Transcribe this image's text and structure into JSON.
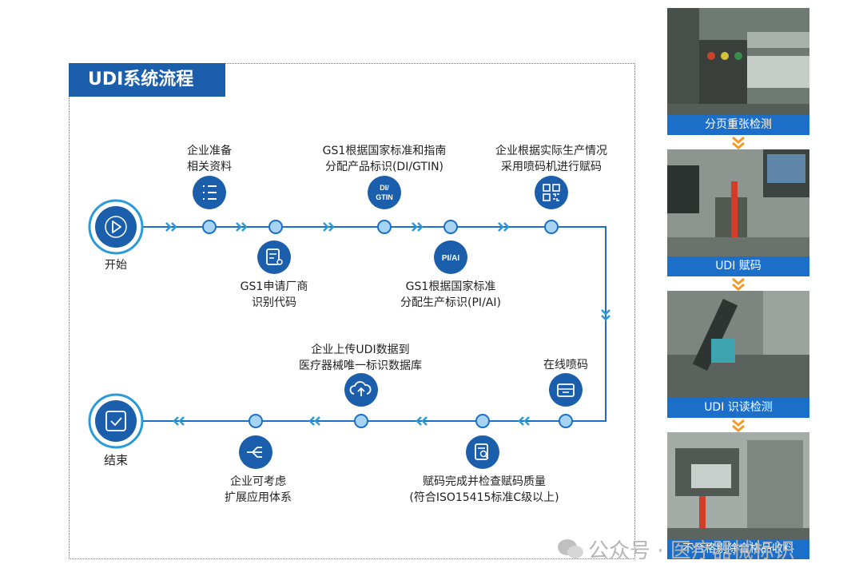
{
  "title": "UDI系统流程",
  "start_label": "开始",
  "end_label": "结束",
  "steps": {
    "prepare": "企业准备\n相关资料",
    "gs1_vendor": "GS1申请厂商\n识别代码",
    "gs1_di": "GS1根据国家标准和指南\n分配产品标识(DI/GTIN)",
    "gs1_pi": "GS1根据国家标准\n分配生产标识(PI/AI)",
    "coding": "企业根据实际生产情况\n采用喷码机进行赋码",
    "online_print": "在线喷码",
    "quality": "赋码完成并检查赋码质量\n(符合ISO15415标准C级以上)",
    "upload": "企业上传UDI数据到\n医疗器械唯一标识数据库",
    "extend": "企业可考虑\n扩展应用体系"
  },
  "badges": {
    "di_gtin": "DI/\nGTIN",
    "pi_ai": "PI/AI"
  },
  "photos": [
    {
      "caption": "分页重张检测"
    },
    {
      "caption": "UDI 赋码"
    },
    {
      "caption": "UDI 识读检测"
    },
    {
      "caption": "不合格剔除合格品收料"
    }
  ],
  "watermark": "公众号 · 医疗器械标识",
  "colors": {
    "primary": "#1b5eab",
    "accent": "#2a9ad8",
    "arrow_orange": "#f39b2a"
  }
}
